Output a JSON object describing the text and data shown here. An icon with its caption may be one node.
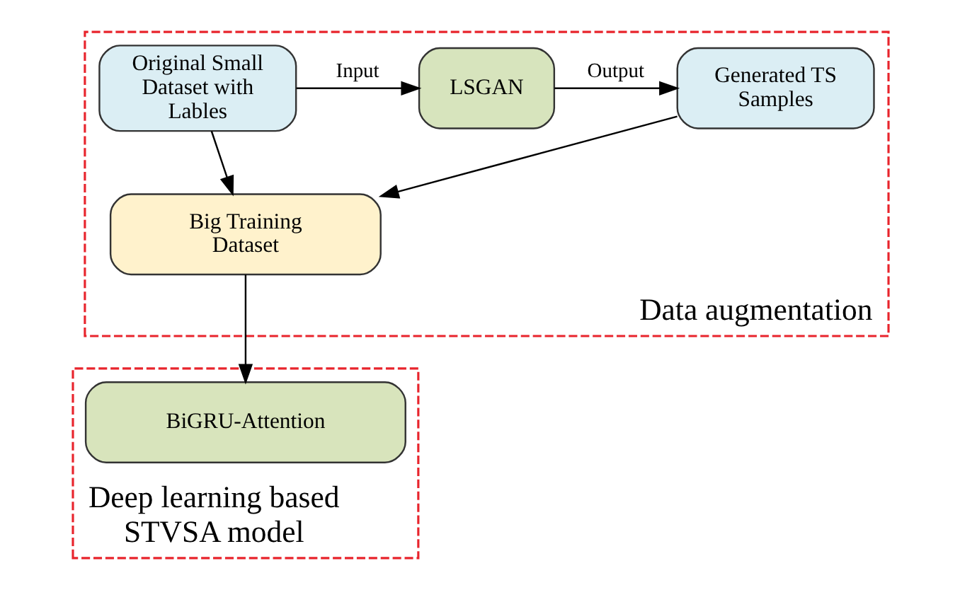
{
  "diagram": {
    "nodes": [
      {
        "text": [
          "Data augmentation"
        ]
      },
      {
        "text": [
          "Original Small Dataset with Lables"
        ],
        "in": 0
      },
      {
        "text": [
          "LSGAN"
        ],
        "in": 0
      },
      {
        "text": [
          "Generated TS Samples"
        ],
        "in": 0
      },
      {
        "text": [
          "Big Training Dataset"
        ],
        "in": 0
      },
      {
        "text": [
          "Deep learning based STVSA model"
        ]
      },
      {
        "text": [
          "BiGRU-Attention"
        ],
        "in": 5
      }
    ],
    "edges": [
      {
        "from": 1,
        "to": 2,
        "arrow": "to",
        "label": "Input"
      },
      {
        "from": 2,
        "to": 3,
        "arrow": "to",
        "label": "Output"
      },
      {
        "from": 1,
        "to": 4,
        "arrow": "to"
      },
      {
        "from": 3,
        "to": 4,
        "arrow": "to"
      },
      {
        "from": 4,
        "to": 6,
        "arrow": "to"
      }
    ]
  }
}
